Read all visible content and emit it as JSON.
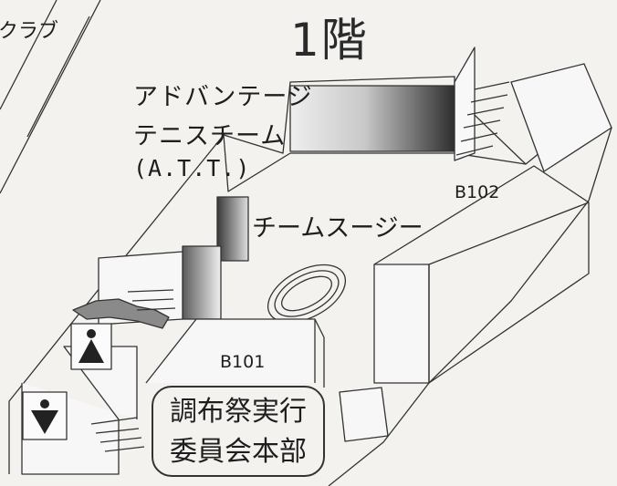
{
  "floor_title": "1階",
  "club_label": "クラブ",
  "att_label": {
    "line1": "アドバンテージ",
    "line2": "テニスチーム",
    "line3": "(A.T.T.)"
  },
  "team_sage_label": "チームスージー",
  "rooms": {
    "b101": "B101",
    "b102": "B102"
  },
  "hq_label": {
    "line1": "調布祭実行",
    "line2": "委員会本部"
  },
  "icons": {
    "up_stairs": "up-triangle-icon",
    "down_stairs": "down-triangle-icon"
  }
}
